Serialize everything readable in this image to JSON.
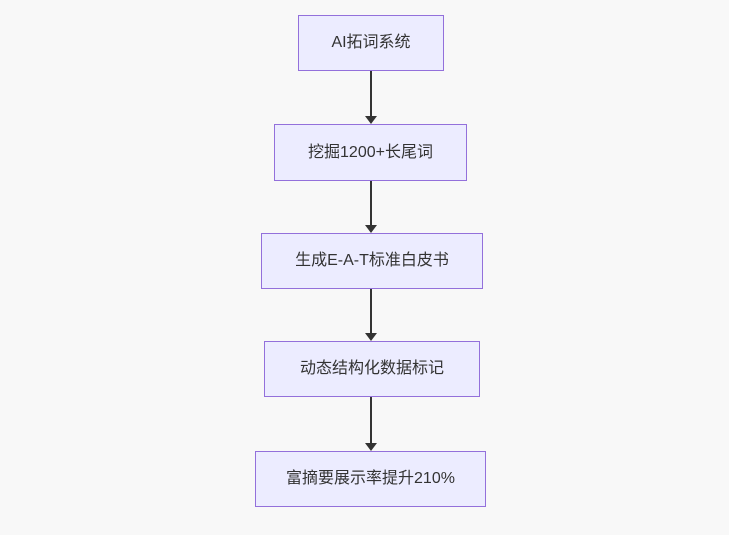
{
  "diagram": {
    "type": "flowchart",
    "direction": "top-down",
    "colors": {
      "background": "#f8f8f8",
      "node_fill": "#ECECFF",
      "node_border": "#9370DB",
      "text": "#333333",
      "arrow": "#333333"
    },
    "nodes": [
      {
        "id": "A",
        "label": "AI拓词系统"
      },
      {
        "id": "B",
        "label": "挖掘1200+长尾词"
      },
      {
        "id": "C",
        "label": "生成E-A-T标准白皮书"
      },
      {
        "id": "D",
        "label": "动态结构化数据标记"
      },
      {
        "id": "E",
        "label": "富摘要展示率提升210%"
      }
    ],
    "edges": [
      {
        "from": "A",
        "to": "B"
      },
      {
        "from": "B",
        "to": "C"
      },
      {
        "from": "C",
        "to": "D"
      },
      {
        "from": "D",
        "to": "E"
      }
    ]
  }
}
